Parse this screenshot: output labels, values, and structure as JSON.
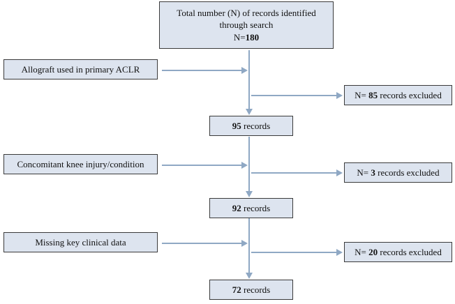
{
  "diagram": {
    "type": "prisma-flowchart",
    "colors": {
      "box_fill": "#dde4ef",
      "box_border": "#3a3a3a",
      "arrow": "#8fa8c4",
      "text": "#111111",
      "background": "#ffffff"
    },
    "top_box": {
      "line1": "Total number (N) of records identified",
      "line2": "through search",
      "line3_prefix": "N=",
      "line3_value": "180"
    },
    "stages": [
      {
        "exclusion_label": "Allograft used in primary ACLR",
        "excluded_prefix": "N= ",
        "excluded_count": "85",
        "excluded_suffix": " records excluded",
        "remaining_count": "95",
        "remaining_suffix": " records"
      },
      {
        "exclusion_label": "Concomitant knee injury/condition",
        "excluded_prefix": "N= ",
        "excluded_count": "3",
        "excluded_suffix": " records excluded",
        "remaining_count": "92",
        "remaining_suffix": " records"
      },
      {
        "exclusion_label": "Missing key clinical data",
        "excluded_prefix": "N= ",
        "excluded_count": "20",
        "excluded_suffix": " records excluded",
        "remaining_count": "72",
        "remaining_suffix": " records"
      }
    ]
  }
}
